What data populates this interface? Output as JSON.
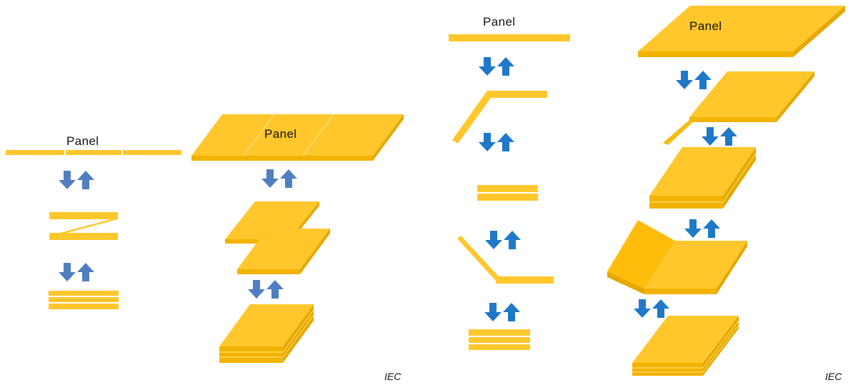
{
  "colors": {
    "panel": "#FFC72C",
    "panel_top": "#FCC62F",
    "panel_edge": "#E5A800",
    "panel_dark": "#F2B200",
    "arrow_left": "#4F7FC1",
    "arrow_right": "#1F78C8"
  },
  "icons": {
    "arrow_pair": "fold-unfold-arrows-icon"
  },
  "labels": {
    "left_line_panel": "Panel",
    "left_3d_panel": "Panel",
    "right_line_panel": "Panel",
    "right_3d_panel": "Panel",
    "iec_left": "IEC",
    "iec_right": "IEC"
  }
}
